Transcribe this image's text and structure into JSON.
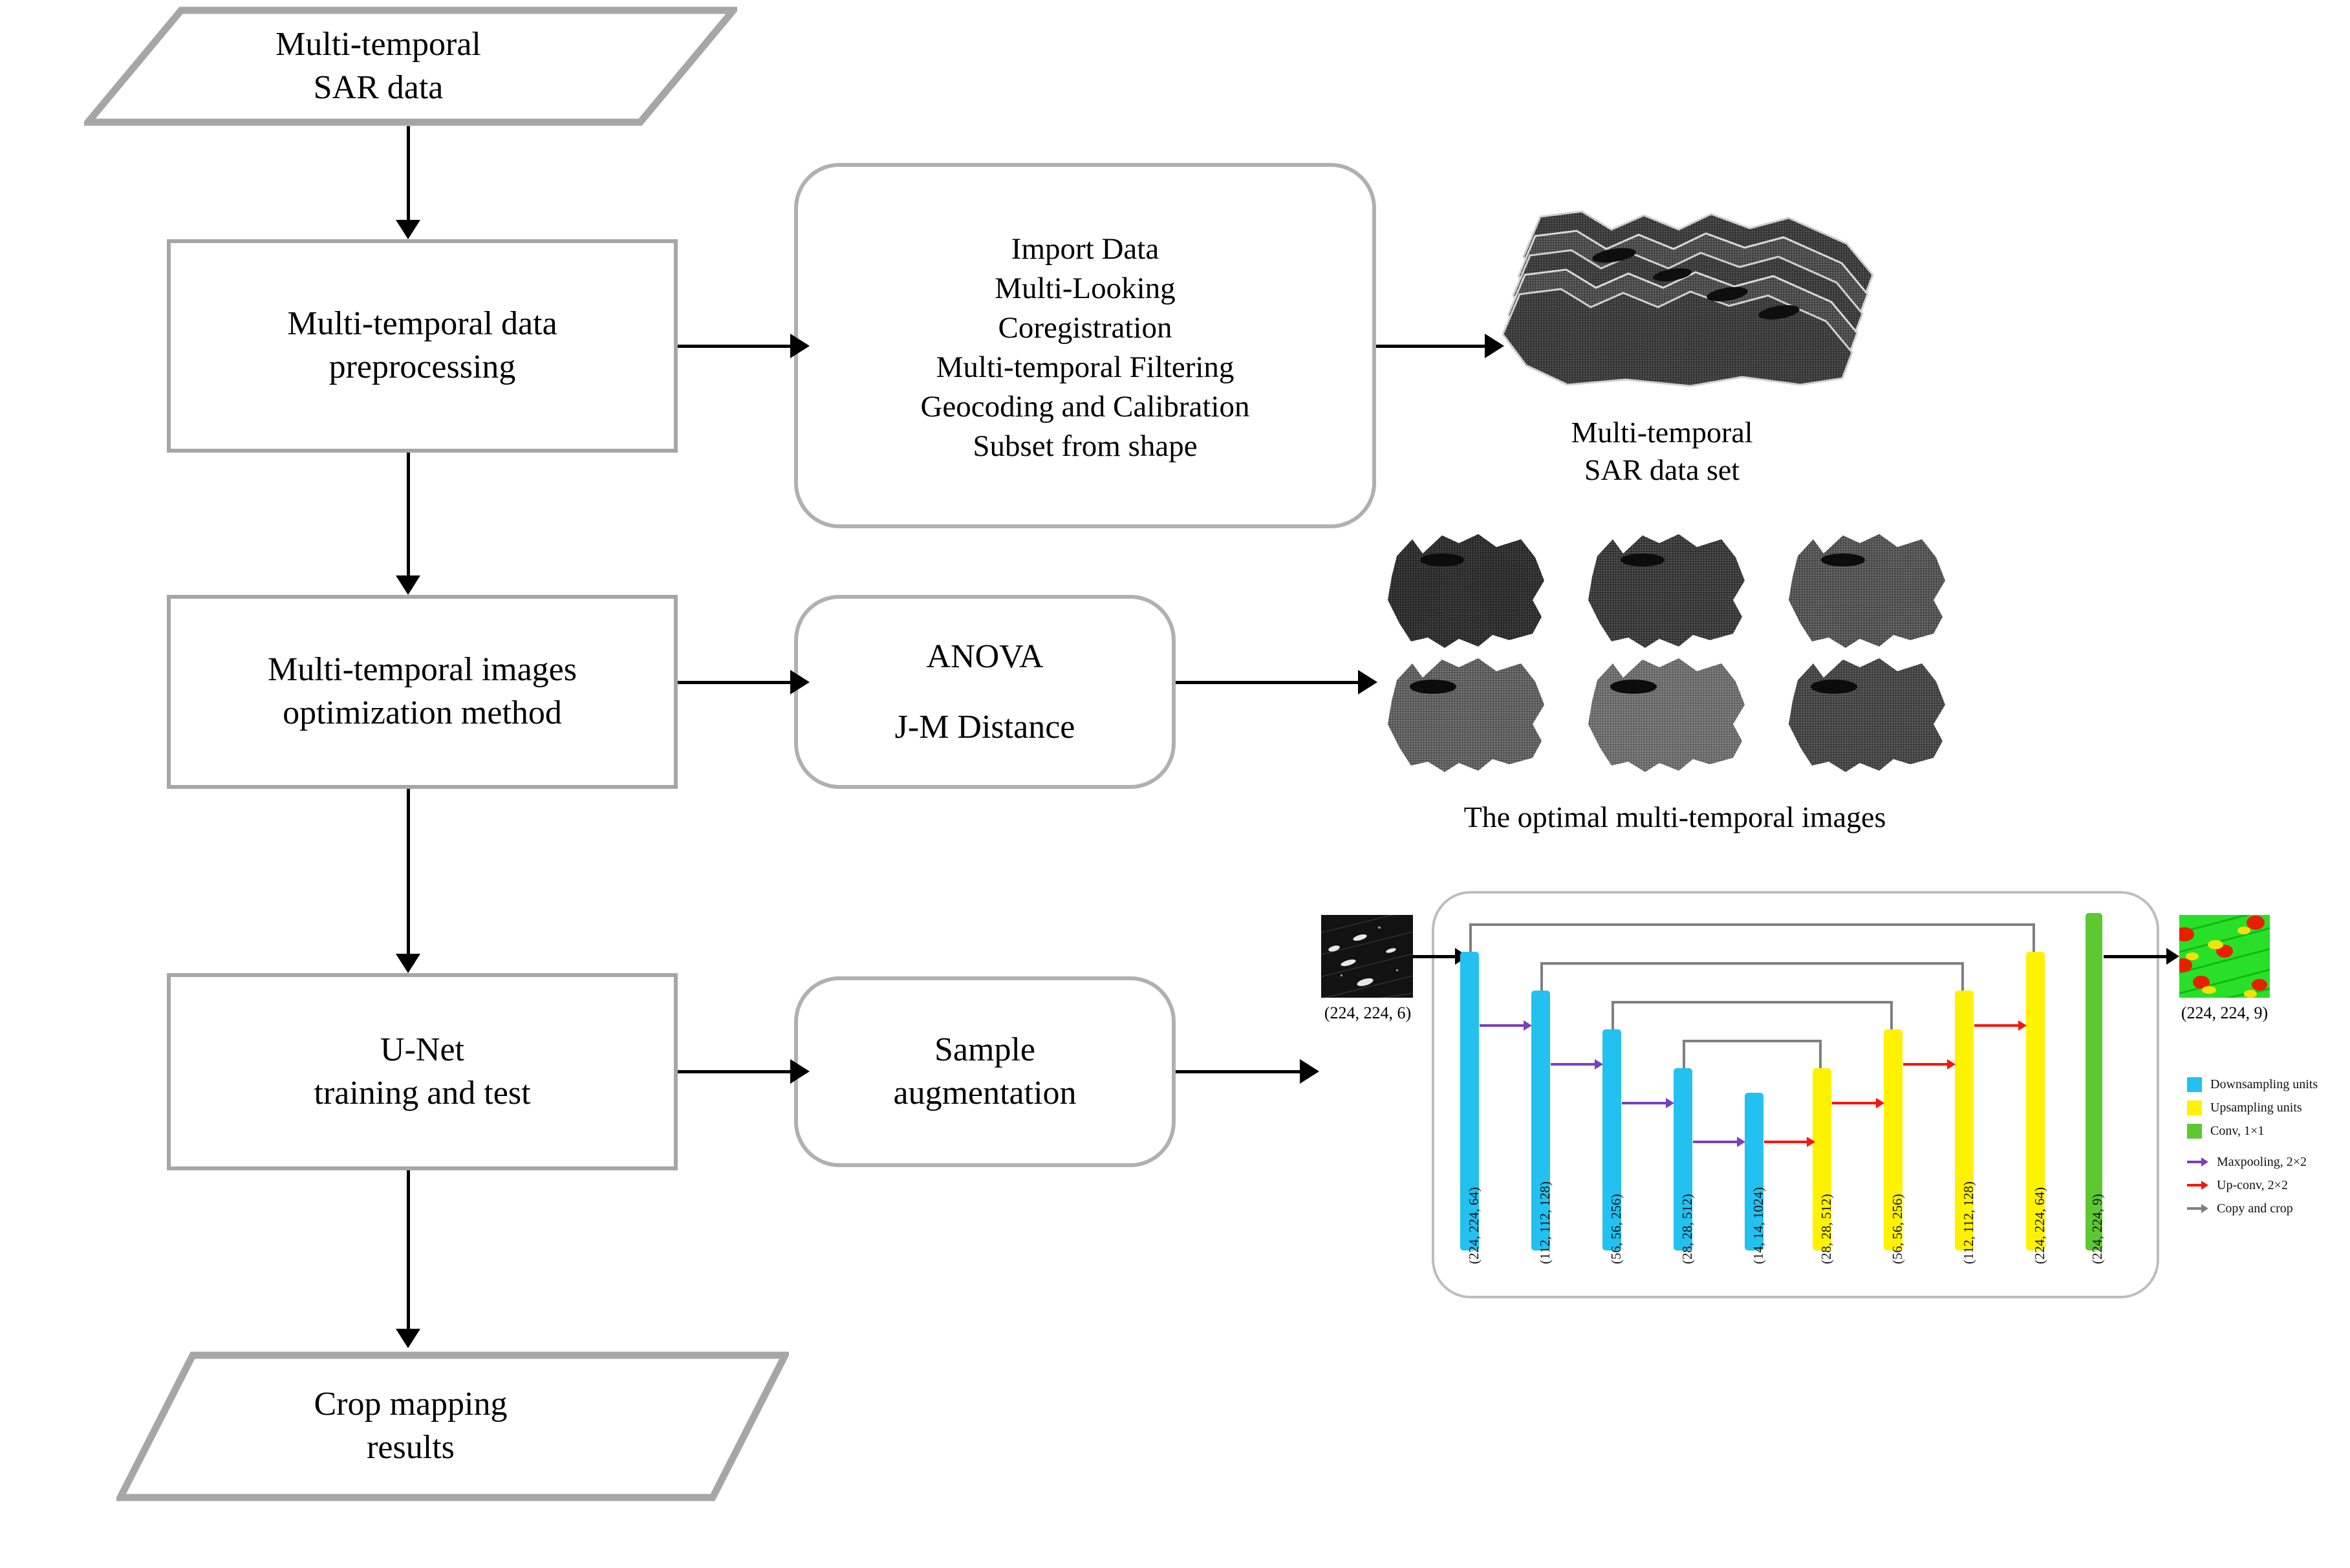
{
  "diagram": {
    "title": "Multi-temporal SAR crop mapping workflow",
    "colors": {
      "shape_border": "#a6a6a6",
      "arrow": "#000000",
      "downsampling": "#22c1f0",
      "upsampling": "#fff200",
      "conv": "#5ec832",
      "maxpooling_arrow": "#7b3fbf",
      "upconv_arrow": "#fc1409",
      "copy_crop_arrow": "#7f7f7f"
    }
  },
  "nodes": {
    "input_data": "Multi-temporal\nSAR data",
    "preprocessing": "Multi-temporal  data\npreprocessing",
    "optimization": "Multi-temporal  images\noptimization  method",
    "unet_training": "U-Net\ntraining and test",
    "output_results": "Crop mapping\nresults"
  },
  "detail_boxes": {
    "preprocessing_steps": [
      "Import Data",
      "Multi-Looking",
      "Coregistration",
      "Multi-temporal Filtering",
      "Geocoding and Calibration",
      "Subset from shape"
    ],
    "optimization_methods": [
      "ANOVA",
      "J-M Distance"
    ],
    "augmentation": "Sample\naugmentation"
  },
  "captions": {
    "sar_dataset": "Multi-temporal\nSAR data set",
    "optimal_images": "The optimal multi-temporal images"
  },
  "unet": {
    "input_label": "(224, 224, 6)",
    "output_label": "(224, 224, 9)",
    "bars": [
      {
        "label": "(224, 224, 64)",
        "kind": "down"
      },
      {
        "label": "(112, 112, 128)",
        "kind": "down"
      },
      {
        "label": "(56, 56, 256)",
        "kind": "down"
      },
      {
        "label": "(28, 28, 512)",
        "kind": "down"
      },
      {
        "label": "(14, 14, 1024)",
        "kind": "down"
      },
      {
        "label": "(28, 28, 512)",
        "kind": "up"
      },
      {
        "label": "(56, 56, 256)",
        "kind": "up"
      },
      {
        "label": "(112, 112, 128)",
        "kind": "up"
      },
      {
        "label": "(224, 224, 64)",
        "kind": "up"
      },
      {
        "label": "(224, 224, 9)",
        "kind": "conv"
      }
    ],
    "legend": [
      {
        "type": "swatch",
        "color": "#22c1f0",
        "label": "Downsampling units"
      },
      {
        "type": "swatch",
        "color": "#fff200",
        "label": "Upsampling units"
      },
      {
        "type": "swatch",
        "color": "#5ec832",
        "label": "Conv, 1×1"
      },
      {
        "type": "arrow",
        "color": "#7b3fbf",
        "label": "Maxpooling, 2×2"
      },
      {
        "type": "arrow",
        "color": "#fc1409",
        "label": "Up-conv, 2×2"
      },
      {
        "type": "arrow",
        "color": "#7f7f7f",
        "label": "Copy and crop"
      }
    ]
  }
}
